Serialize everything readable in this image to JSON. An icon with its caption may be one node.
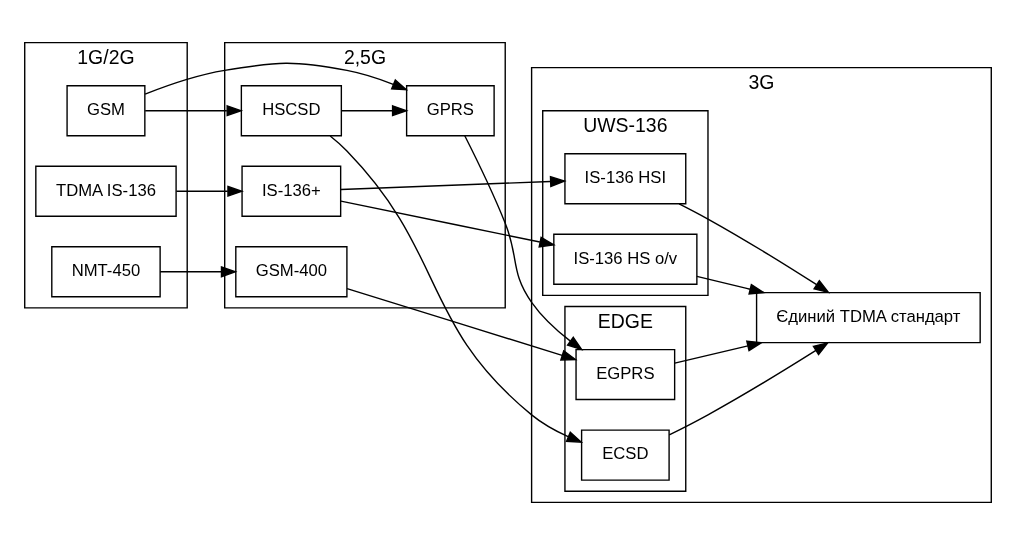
{
  "diagram": {
    "nodes": [
      {
        "text": [
          "1G/2G"
        ]
      },
      {
        "text": [
          "TDMA IS-136"
        ],
        "in": 0
      },
      {
        "text": [
          "GSM"
        ],
        "in": 0
      },
      {
        "text": [
          "NMT-450"
        ],
        "in": 0
      },
      {
        "text": [
          "2,5G"
        ]
      },
      {
        "text": [
          "IS-136+"
        ],
        "in": 4
      },
      {
        "text": [
          "HSCSD"
        ],
        "in": 4
      },
      {
        "text": [
          "GPRS"
        ],
        "in": 4
      },
      {
        "text": [
          "GSM-400"
        ],
        "in": 4
      },
      {
        "text": [
          "3G"
        ]
      },
      {
        "text": [
          "UWS-136"
        ],
        "in": 9
      },
      {
        "text": [
          "IS-136 HS o/v"
        ],
        "in": 10
      },
      {
        "text": [
          "IS-136 HSI"
        ],
        "in": 10
      },
      {
        "text": [
          "EDGE"
        ],
        "in": 9
      },
      {
        "text": [
          "ECSD"
        ],
        "in": 13
      },
      {
        "text": [
          "EGPRS"
        ],
        "in": 13
      },
      {
        "text": [
          "Єдиний TDMA стандарт"
        ],
        "in": 9
      }
    ],
    "edges": [
      {
        "from": 1,
        "to": 5,
        "arrow": "to"
      },
      {
        "from": 5,
        "to": 11,
        "arrow": "to"
      },
      {
        "from": 5,
        "to": 12,
        "arrow": "to"
      },
      {
        "from": 2,
        "to": 6,
        "arrow": "to"
      },
      {
        "from": 2,
        "to": 7,
        "arrow": "to"
      },
      {
        "from": 6,
        "to": 7,
        "arrow": "to"
      },
      {
        "from": 6,
        "to": 14,
        "arrow": "to"
      },
      {
        "from": 7,
        "to": 15,
        "arrow": "to"
      },
      {
        "from": 3,
        "to": 8,
        "arrow": "to"
      },
      {
        "from": 8,
        "to": 15,
        "arrow": "to"
      },
      {
        "from": 11,
        "to": 16,
        "arrow": "to"
      },
      {
        "from": 12,
        "to": 16,
        "arrow": "to"
      },
      {
        "from": 14,
        "to": 16,
        "arrow": "to"
      },
      {
        "from": 15,
        "to": 16,
        "arrow": "to"
      }
    ]
  }
}
